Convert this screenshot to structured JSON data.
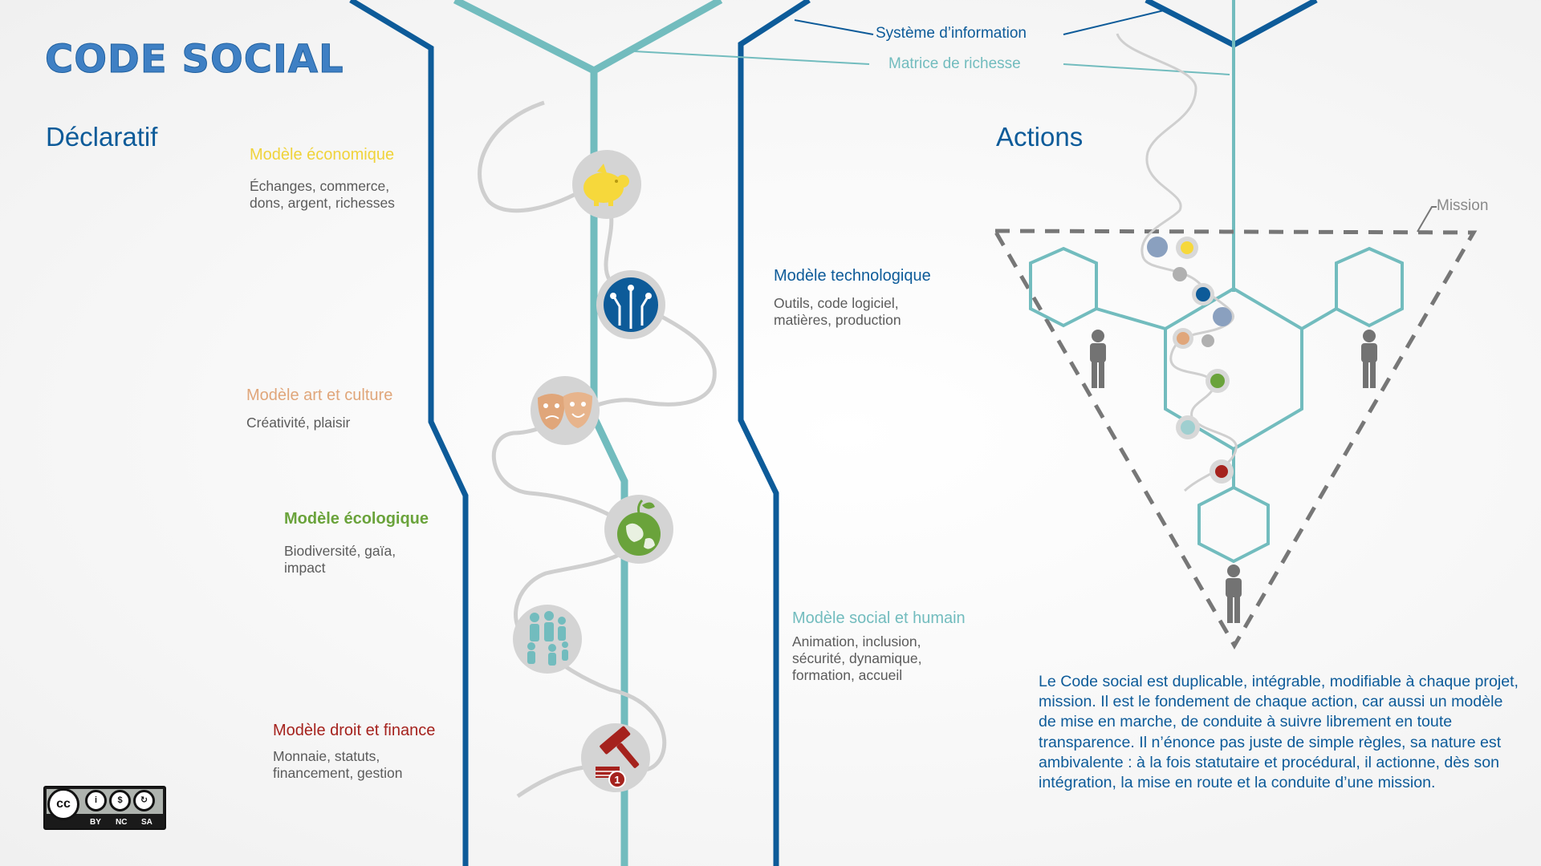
{
  "title": "CODE SOCIAL",
  "sections": {
    "declaratif": "Déclaratif",
    "actions": "Actions"
  },
  "line_labels": {
    "systeme": "Système d’information",
    "matrice": "Matrice de richesse"
  },
  "mission": "Mission",
  "colors": {
    "dark_blue": "#0d5b99",
    "teal": "#72bcbe",
    "yellow": "#f6d83b",
    "peach": "#e0a67a",
    "green": "#6aa33b",
    "red": "#a5221d",
    "grey_person": "#737373"
  },
  "models": [
    {
      "id": "economique",
      "title": "Modèle économique",
      "desc": [
        "Échanges, commerce,",
        "dons, argent, richesses"
      ],
      "color": "#f0d33a",
      "icon": "piggy-bank-icon"
    },
    {
      "id": "technologique",
      "title": "Modèle technologique",
      "desc": [
        "Outils, code logiciel,",
        "matières, production"
      ],
      "color": "#0d5b99",
      "icon": "circuit-icon"
    },
    {
      "id": "art",
      "title": "Modèle art et culture",
      "desc": [
        "Créativité, plaisir"
      ],
      "color": "#e0a67a",
      "icon": "theater-masks-icon"
    },
    {
      "id": "ecologique",
      "title": "Modèle écologique",
      "desc": [
        "Biodiversité, gaïa,",
        "impact"
      ],
      "color": "#6aa33b",
      "icon": "earth-apple-icon"
    },
    {
      "id": "social",
      "title": "Modèle social et humain",
      "desc": [
        "Animation, inclusion,",
        "sécurité, dynamique,",
        "formation, accueil"
      ],
      "color": "#72bcbe",
      "icon": "people-group-icon"
    },
    {
      "id": "droit",
      "title": "Modèle droit et finance",
      "desc": [
        "Monnaie, statuts,",
        "financement, gestion"
      ],
      "color": "#a5221d",
      "icon": "gavel-coins-icon"
    }
  ],
  "paragraph": "Le Code social est duplicable, intégrable, modifiable à chaque projet, mission. Il est le fondement de chaque action, car aussi un modèle de mise en marche, de conduite à suivre librement en toute transparence. Il n’énonce pas juste de simple règles,  sa nature est ambivalente :  à la fois statutaire et procédural, il actionne, dès son intégration, la mise en route et la conduite d’une mission.",
  "license": {
    "cc": "cc",
    "flags": [
      "BY",
      "NC",
      "SA"
    ]
  }
}
